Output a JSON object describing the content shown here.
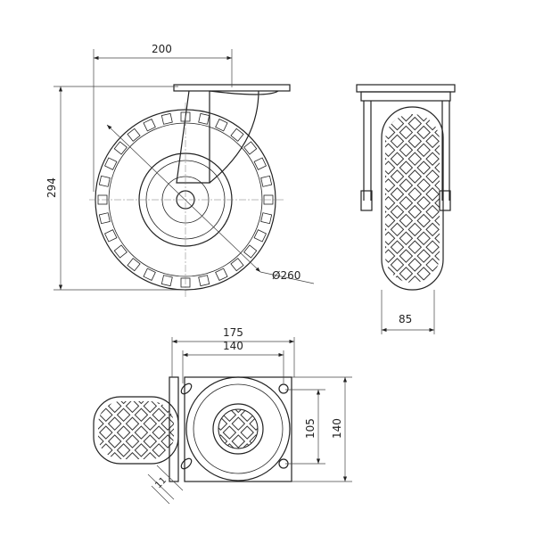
{
  "title": "Swivel castor wheel technical drawing",
  "dimensions": {
    "overall_width": "200",
    "overall_height": "294",
    "wheel_diameter": "Ø260",
    "wheel_width": "85",
    "plate_length": "175",
    "hole_spacing_length": "140",
    "hole_spacing_width": "105",
    "plate_width": "140",
    "slot_width": "11"
  },
  "colors": {
    "line": "#222222",
    "background": "#ffffff"
  }
}
